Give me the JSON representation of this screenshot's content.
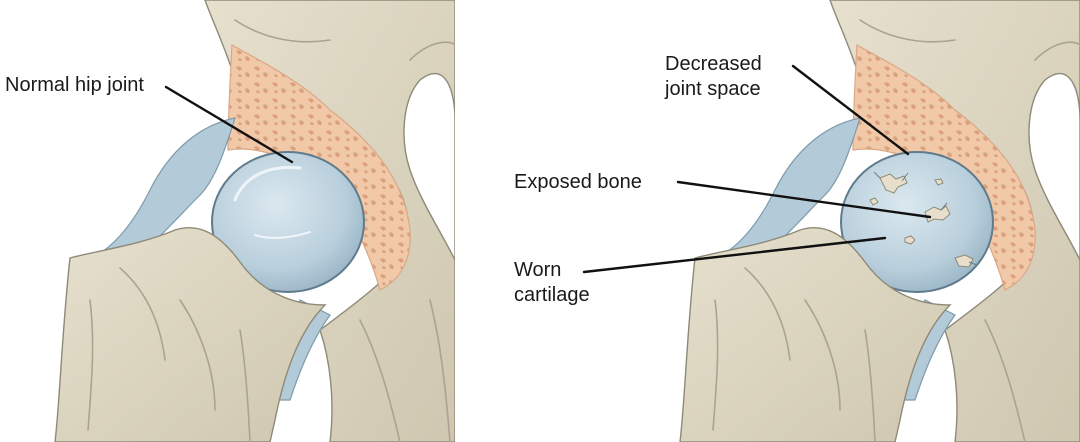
{
  "panels": [
    {
      "id": "normal",
      "labels": [
        {
          "text": "Normal hip joint"
        }
      ]
    },
    {
      "id": "osteoarthritis",
      "labels": [
        {
          "lines": [
            "Decreased",
            "joint space"
          ]
        },
        {
          "text": "Exposed bone"
        },
        {
          "lines": [
            "Worn",
            "cartilage"
          ]
        }
      ]
    }
  ],
  "colors": {
    "bone": "#ddd6c2",
    "bone_shadow": "#c9c2ab",
    "bone_outline": "#8e8a78",
    "marrow": "#f2c9a8",
    "marrow_dark": "#dba07c",
    "cartilage": "#b9cfdc",
    "cartilage_light": "#dbe8ef",
    "capsule": "#b3cad9",
    "leader": "#111111"
  }
}
